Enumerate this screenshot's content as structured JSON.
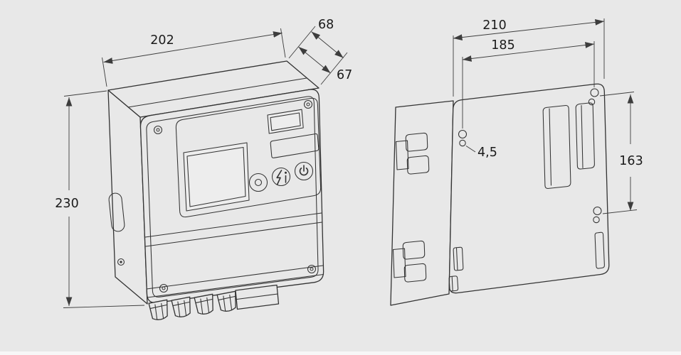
{
  "colors": {
    "background": "#e8e8e8",
    "line": "#333333",
    "dimension_line": "#3d3d3d",
    "text": "#1a1a1a"
  },
  "front_view": {
    "width": "202",
    "depth_top": "68",
    "depth": "67",
    "height": "230"
  },
  "rear_view": {
    "width": "210",
    "hole_span_width": "185",
    "hole_span_height": "163",
    "hole_diameter": "4,5"
  }
}
